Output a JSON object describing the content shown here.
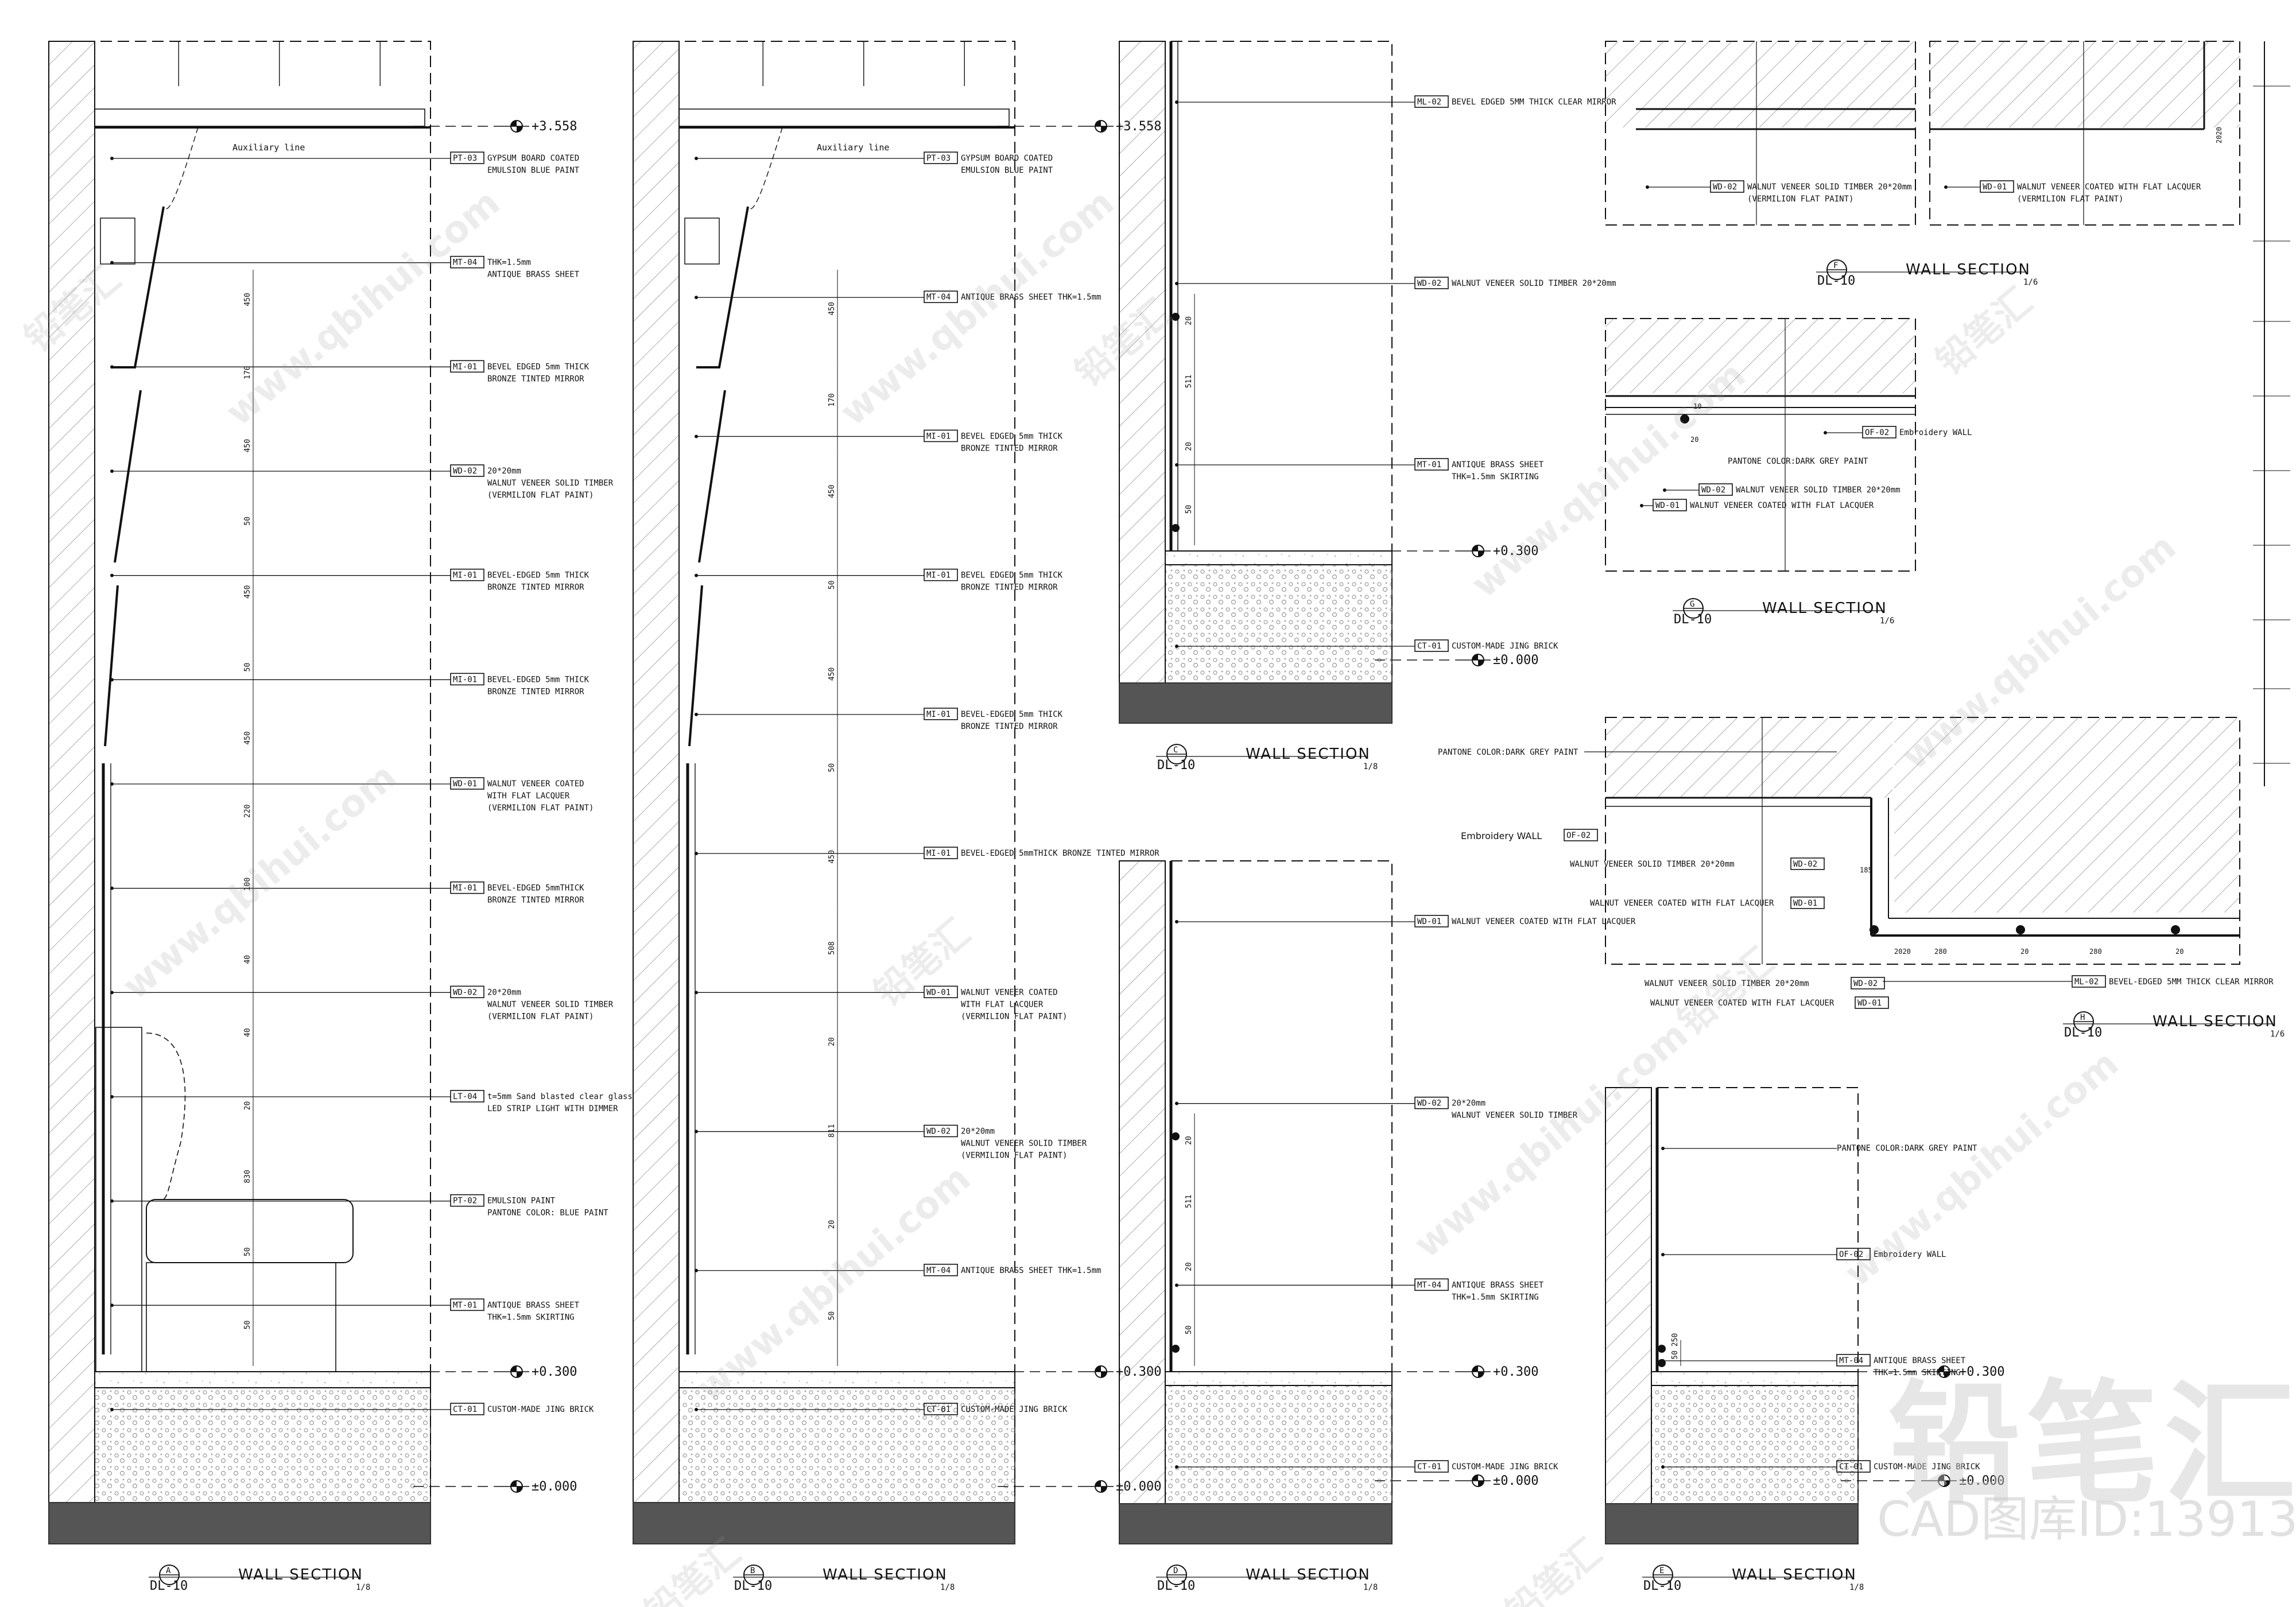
{
  "levels": {
    "ceiling": "+3.558",
    "floor_finish": "+0.300",
    "ground": "±0.000"
  },
  "common": {
    "sheet_ref": "DL-10",
    "title": "WALL SECTION"
  },
  "sections": {
    "A": {
      "letter": "A",
      "scale": "1/8",
      "labels": [
        {
          "code": "PT-03",
          "text": "GYPSUM BOARD COATED\nEMULSION BLUE PAINT"
        },
        {
          "code": "MT-04",
          "text": "THK=1.5mm\nANTIQUE BRASS SHEET"
        },
        {
          "code": "MI-01",
          "text": "BEVEL EDGED 5mm THICK\nBRONZE TINTED MIRROR"
        },
        {
          "code": "WD-02",
          "text": "20*20mm\nWALNUT VENEER SOLID TIMBER\n(VERMILION FLAT PAINT)"
        },
        {
          "code": "MI-01",
          "text": "BEVEL-EDGED 5mm THICK\nBRONZE TINTED MIRROR"
        },
        {
          "code": "MI-01",
          "text": "BEVEL-EDGED 5mm THICK\nBRONZE TINTED MIRROR"
        },
        {
          "code": "WD-01",
          "text": "WALNUT VENEER COATED\nWITH FLAT LACQUER\n(VERMILION FLAT PAINT)"
        },
        {
          "code": "MI-01",
          "text": "BEVEL-EDGED 5mmTHICK\nBRONZE TINTED MIRROR"
        },
        {
          "code": "WD-02",
          "text": "20*20mm\nWALNUT VENEER SOLID TIMBER\n(VERMILION FLAT PAINT)"
        },
        {
          "code": "LT-04",
          "text": "t=5mm Sand blasted clear glass\nLED STRIP LIGHT WITH DIMMER"
        },
        {
          "code": "PT-02",
          "text": "EMULSION PAINT\nPANTONE COLOR: BLUE PAINT"
        },
        {
          "code": "MT-01",
          "text": "ANTIQUE BRASS SHEET\nTHK=1.5mm SKIRTING"
        },
        {
          "code": "CT-01",
          "text": "CUSTOM-MADE JING BRICK"
        }
      ],
      "auxiliary": "Auxiliary line",
      "dims": [
        "450",
        "170",
        "450",
        "50",
        "450",
        "50",
        "450",
        "220",
        "100",
        "40",
        "40",
        "20",
        "830",
        "50",
        "50"
      ]
    },
    "B": {
      "letter": "B",
      "scale": "1/8",
      "labels": [
        {
          "code": "PT-03",
          "text": "GYPSUM BOARD COATED\nEMULSION BLUE PAINT"
        },
        {
          "code": "MT-04",
          "text": "ANTIQUE BRASS SHEET THK=1.5mm"
        },
        {
          "code": "MI-01",
          "text": "BEVEL EDGED 5mm THICK\nBRONZE TINTED MIRROR"
        },
        {
          "code": "MI-01",
          "text": "BEVEL EDGED 5mm THICK\nBRONZE TINTED MIRROR"
        },
        {
          "code": "MI-01",
          "text": "BEVEL-EDGED 5mm THICK\nBRONZE TINTED MIRROR"
        },
        {
          "code": "MI-01",
          "text": "BEVEL-EDGED 5mmTHICK BRONZE TINTED MIRROR"
        },
        {
          "code": "WD-01",
          "text": "WALNUT VENEER COATED\nWITH FLAT LACQUER\n(VERMILION FLAT PAINT)"
        },
        {
          "code": "WD-02",
          "text": "20*20mm\nWALNUT VENEER SOLID TIMBER\n(VERMILION FLAT PAINT)"
        },
        {
          "code": "MT-04",
          "text": "ANTIQUE BRASS SHEET THK=1.5mm"
        },
        {
          "code": "CT-01",
          "text": "CUSTOM-MADE JING BRICK"
        }
      ],
      "auxiliary": "Auxiliary line",
      "dims": [
        "450",
        "170",
        "450",
        "50",
        "450",
        "50",
        "450",
        "508",
        "20",
        "811",
        "20",
        "50"
      ]
    },
    "C": {
      "letter": "C",
      "scale": "1/8",
      "labels": [
        {
          "code": "ML-02",
          "text": "BEVEL EDGED 5MM THICK CLEAR MIRROR"
        },
        {
          "code": "WD-02",
          "text": "WALNUT VENEER SOLID TIMBER 20*20mm"
        },
        {
          "code": "MT-01",
          "text": "ANTIQUE BRASS SHEET\nTHK=1.5mm SKIRTING"
        },
        {
          "code": "CT-01",
          "text": "CUSTOM-MADE JING BRICK"
        }
      ],
      "dims": [
        "20",
        "511",
        "20",
        "50"
      ]
    },
    "D": {
      "letter": "D",
      "scale": "1/8",
      "labels": [
        {
          "code": "WD-01",
          "text": "WALNUT VENEER COATED WITH FLAT LACQUER"
        },
        {
          "code": "WD-02",
          "text": "20*20mm\nWALNUT VENEER SOLID TIMBER"
        },
        {
          "code": "MT-04",
          "text": "ANTIQUE BRASS SHEET\nTHK=1.5mm SKIRTING"
        },
        {
          "code": "CT-01",
          "text": "CUSTOM-MADE JING BRICK"
        }
      ],
      "dims": [
        "20",
        "511",
        "20",
        "50"
      ]
    },
    "E": {
      "letter": "E",
      "scale": "1/8",
      "labels": [
        {
          "code": "",
          "text": "PANTONE COLOR:DARK GREY PAINT"
        },
        {
          "code": "OF-02",
          "text": "Embroidery WALL"
        },
        {
          "code": "MT-04",
          "text": "ANTIQUE BRASS SHEET\nTHK=1.5mm SKIRTING"
        },
        {
          "code": "CT-01",
          "text": "CUSTOM-MADE JING BRICK"
        }
      ],
      "dims": [
        "250",
        "50"
      ]
    },
    "F": {
      "letter": "F",
      "scale": "1/6",
      "labels": [
        {
          "code": "WD-02",
          "text": "WALNUT VENEER SOLID TIMBER 20*20mm\n(VERMILION FLAT PAINT)"
        },
        {
          "code": "WD-01",
          "text": "WALNUT VENEER COATED WITH FLAT LACQUER\n(VERMILION FLAT PAINT)"
        }
      ],
      "dims": [
        "2020"
      ]
    },
    "G": {
      "letter": "G",
      "scale": "1/6",
      "labels": [
        {
          "code": "OF-02",
          "text": "Embroidery WALL"
        },
        {
          "code": "",
          "text": "PANTONE COLOR:DARK GREY PAINT"
        },
        {
          "code": "WD-02",
          "text": "WALNUT VENEER SOLID TIMBER 20*20mm"
        },
        {
          "code": "WD-01",
          "text": "WALNUT VENEER COATED WITH FLAT LACQUER"
        }
      ],
      "dims": [
        "10",
        "20"
      ]
    },
    "H": {
      "letter": "H",
      "scale": "1/6",
      "labels": [
        {
          "code": "",
          "text": "PANTONE COLOR:DARK GREY PAINT"
        },
        {
          "code": "OF-02",
          "text": "Embroidery WALL"
        },
        {
          "code": "WD-02",
          "text": "WALNUT VENEER SOLID TIMBER 20*20mm"
        },
        {
          "code": "WD-01",
          "text": "WALNUT VENEER COATED WITH FLAT LACQUER"
        },
        {
          "code": "ML-02",
          "text": "BEVEL-EDGED 5MM THICK CLEAR MIRROR"
        },
        {
          "code": "WD-02",
          "text": "WALNUT VENEER SOLID TIMBER 20*20mm"
        },
        {
          "code": "WD-01",
          "text": "WALNUT VENEER COATED WITH FLAT LACQUER"
        }
      ],
      "dims": [
        "185",
        "2020",
        "280",
        "20",
        "280",
        "20"
      ]
    }
  },
  "watermark": {
    "url": "www.qbihui.com",
    "brand": "铅笔汇",
    "id_text": "CAD图库ID:13913"
  },
  "colors": {
    "line": "#111111",
    "ground": "#555555",
    "hatch": "#777777",
    "watermark": "#9a9a9a"
  }
}
